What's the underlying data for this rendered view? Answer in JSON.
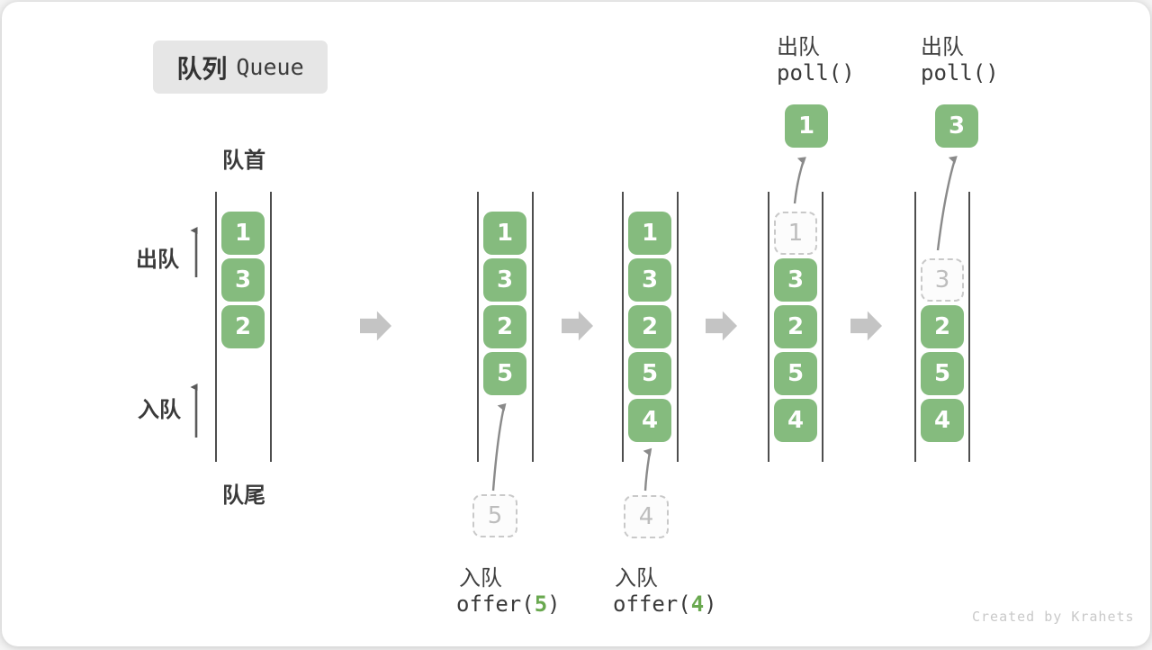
{
  "title": {
    "zh": "队列",
    "en": "Queue"
  },
  "side_labels": {
    "front": "队首",
    "rear": "队尾",
    "dequeue": "出队",
    "enqueue": "入队"
  },
  "queues": [
    {
      "slots": [
        {
          "v": "1",
          "style": "green"
        },
        {
          "v": "3",
          "style": "green"
        },
        {
          "v": "2",
          "style": "green"
        }
      ]
    },
    {
      "slots": [
        {
          "v": "1",
          "style": "green"
        },
        {
          "v": "3",
          "style": "green"
        },
        {
          "v": "2",
          "style": "green"
        },
        {
          "v": "5",
          "style": "green"
        }
      ],
      "incoming": "5"
    },
    {
      "slots": [
        {
          "v": "1",
          "style": "green"
        },
        {
          "v": "3",
          "style": "green"
        },
        {
          "v": "2",
          "style": "green"
        },
        {
          "v": "5",
          "style": "green"
        },
        {
          "v": "4",
          "style": "green"
        }
      ],
      "incoming": "4"
    },
    {
      "slots": [
        {
          "v": "1",
          "style": "dashed"
        },
        {
          "v": "3",
          "style": "green"
        },
        {
          "v": "2",
          "style": "green"
        },
        {
          "v": "5",
          "style": "green"
        },
        {
          "v": "4",
          "style": "green"
        }
      ],
      "outgoing": "1"
    },
    {
      "slots": [
        {
          "v": "",
          "style": "empty"
        },
        {
          "v": "3",
          "style": "dashed"
        },
        {
          "v": "2",
          "style": "green"
        },
        {
          "v": "5",
          "style": "green"
        },
        {
          "v": "4",
          "style": "green"
        }
      ],
      "outgoing": "3"
    }
  ],
  "operations": {
    "enqueue5": {
      "label": "入队",
      "fn_open": "offer(",
      "arg": "5",
      "fn_close": ")"
    },
    "enqueue4": {
      "label": "入队",
      "fn_open": "offer(",
      "arg": "4",
      "fn_close": ")"
    },
    "poll1": {
      "label": "出队",
      "fn": "poll()"
    },
    "poll2": {
      "label": "出队",
      "fn": "poll()"
    }
  },
  "footer": {
    "credit": "Created by Krahets"
  },
  "colors": {
    "box_green": "#85bb7e",
    "arg_green": "#69a84f",
    "step_arrow_gray": "#c4c4c4",
    "dashed_border_gray": "#c9c9c9",
    "dashed_text_gray": "#bdbdbd",
    "text_dark": "#3a3a3a",
    "credit_gray": "#c9c9c9"
  }
}
